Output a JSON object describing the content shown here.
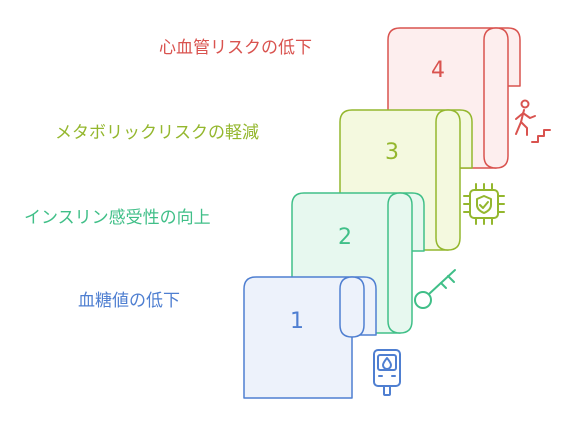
{
  "steps": [
    {
      "number": "1",
      "label": "血糖値の低下",
      "icon": "glucose-meter-icon",
      "color": "#4f7fd1",
      "fill": "#edf2fb"
    },
    {
      "number": "2",
      "label": "インスリン感受性の向上",
      "icon": "key-icon",
      "color": "#40bf88",
      "fill": "#e7f8ef"
    },
    {
      "number": "3",
      "label": "メタボリックリスクの軽減",
      "icon": "chip-shield-icon",
      "color": "#94b72e",
      "fill": "#f4f9df"
    },
    {
      "number": "4",
      "label": "心血管リスクの低下",
      "icon": "stairs-walker-icon",
      "color": "#d9534f",
      "fill": "#fdeeee"
    }
  ]
}
